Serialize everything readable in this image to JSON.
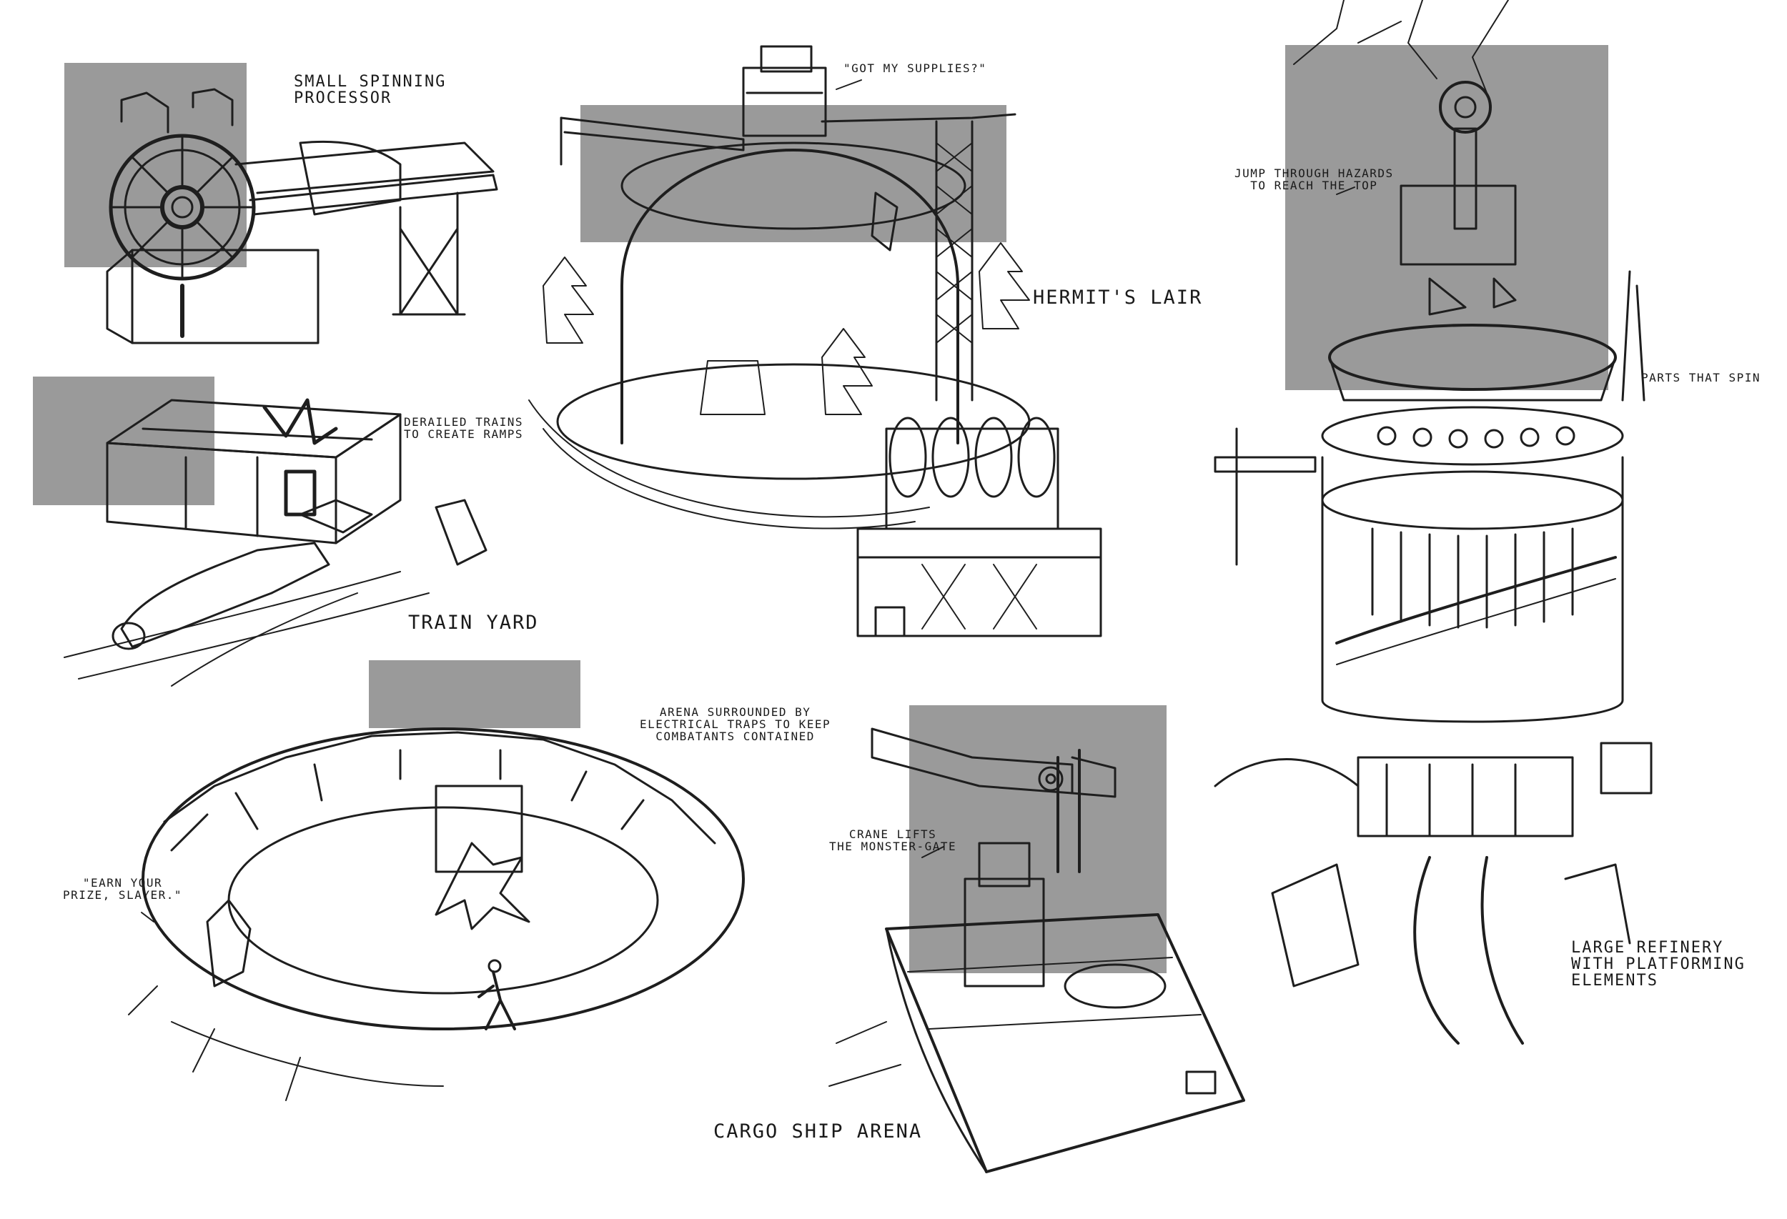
{
  "colors": {
    "paper": "#ffffff",
    "backdrop_gray": "#9a9a9a",
    "ink": "#1e1e1e"
  },
  "labels": {
    "small_spinning_processor": "SMALL SPINNING\nPROCESSOR",
    "got_my_supplies": "\"GOT MY SUPPLIES?\"",
    "hermits_lair": "HERMIT'S LAIR",
    "jump_through_hazards": "JUMP THROUGH HAZARDS\nTO REACH THE TOP",
    "parts_that_spin": "PARTS THAT SPIN",
    "derailed_trains": "DERAILED TRAINS\nTO CREATE RAMPS",
    "train_yard": "TRAIN YARD",
    "arena_surrounded": "ARENA SURROUNDED BY\nELECTRICAL TRAPS TO KEEP\nCOMBATANTS CONTAINED",
    "crane_lifts": "CRANE LIFTS\nTHE MONSTER-GATE",
    "earn_your_prize": "\"EARN YOUR\nPRIZE, SLAYER.\"",
    "cargo_ship_arena": "CARGO SHIP ARENA",
    "large_refinery": "LARGE REFINERY\nWITH PLATFORMING\nELEMENTS"
  }
}
